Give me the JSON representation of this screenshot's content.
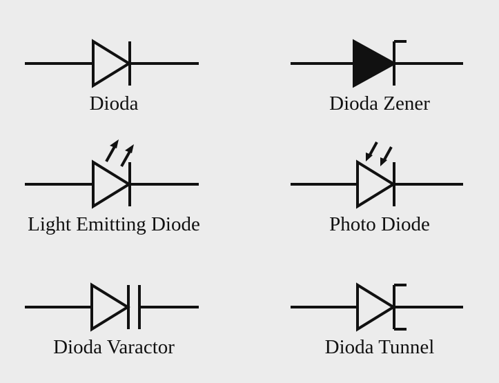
{
  "diagram": {
    "symbols": [
      {
        "id": "diode",
        "label": "Dioda",
        "icon": "diode-symbol-icon"
      },
      {
        "id": "zener",
        "label": "Dioda Zener",
        "icon": "zener-diode-symbol-icon"
      },
      {
        "id": "led",
        "label": "Light Emitting Diode",
        "icon": "led-symbol-icon"
      },
      {
        "id": "photo",
        "label": "Photo Diode",
        "icon": "photo-diode-symbol-icon"
      },
      {
        "id": "varactor",
        "label": "Dioda Varactor",
        "icon": "varactor-diode-symbol-icon"
      },
      {
        "id": "tunnel",
        "label": "Dioda Tunnel",
        "icon": "tunnel-diode-symbol-icon"
      }
    ],
    "colors": {
      "background": "#ececec",
      "stroke": "#111111",
      "text": "#111111"
    }
  }
}
